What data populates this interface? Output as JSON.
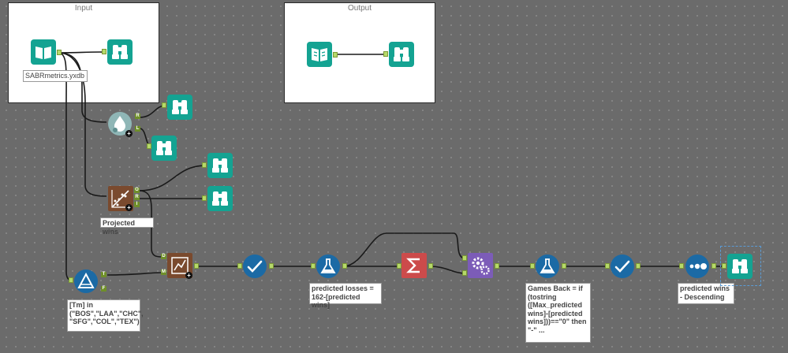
{
  "containers": {
    "input_title": "Input",
    "output_title": "Output"
  },
  "annotations": {
    "input_file": "SABRmetrics.yxdb",
    "projected": "Projected wins",
    "filter": "[Tm] in (\"BOS\",\"LAA\",\"CHC\", \"SFG\",\"COL\",\"TEX\")",
    "formula1": "predicted losses = 162-[predicted wins]",
    "formula2": "Games Back = if (tostring ([Max_predicted wins]-[predicted wins]))==\"0\" then \"-\" ...",
    "sort": "predicted wins - Descending"
  },
  "anchor_labels": {
    "a_r": "R",
    "a_l": "L",
    "a_o": "O",
    "a_r2": "R",
    "a_i": "I",
    "a_d": "D",
    "a_m": "M",
    "a_t": "T",
    "a_f": "F"
  },
  "tools": [
    "input-data-tool",
    "browse-tool",
    "output-data-tool",
    "browse-tool",
    "create-samples-tool",
    "linear-regression-tool",
    "filter-tool",
    "score-tool",
    "select-tool",
    "formula-tool",
    "summarize-tool",
    "append-fields-tool",
    "formula-tool",
    "select-tool",
    "sort-tool",
    "browse-tool"
  ],
  "colors": {
    "canvas": "#6b6b6b",
    "browse": "#14a392",
    "input_output": "#14a392",
    "predictive": "#7a4a2e",
    "preparation": "#1b6aa5",
    "summarize": "#cc4b4b",
    "append": "#7c5cb8",
    "anchor": "#b6d96a"
  }
}
